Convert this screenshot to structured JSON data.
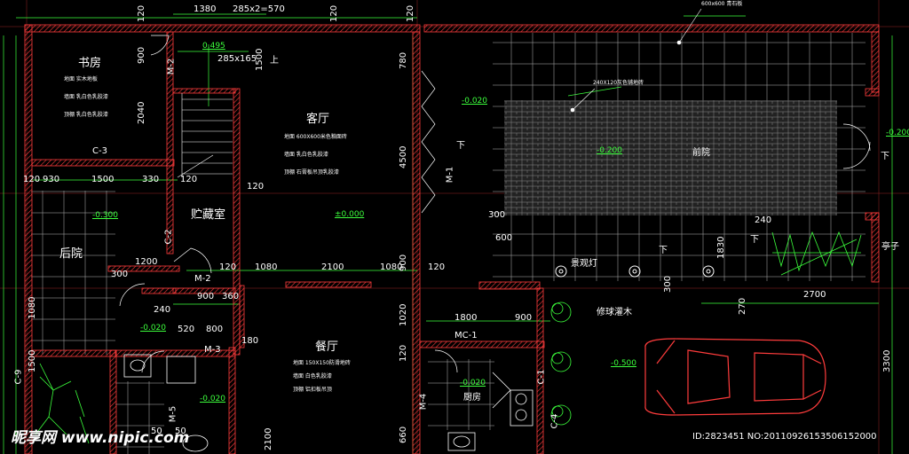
{
  "rooms": {
    "study": "书房",
    "living": "客厅",
    "storage": "贮藏室",
    "backyard": "后院",
    "dining": "餐厅",
    "kitchen": "厨房",
    "frontyard": "前院",
    "landscape_light": "景观灯",
    "shrubs": "修球灌木",
    "pavilion": "亭子"
  },
  "finish_specs": {
    "study": [
      "地面 实木地板",
      "墙面 乳白色乳胶漆",
      "顶棚 乳白色乳胶漆"
    ],
    "living": [
      "地面 600X600米色釉面砖",
      "墙面 乳白色乳胶漆",
      "顶棚 石膏板吊顶乳胶漆"
    ],
    "dining": [
      "地面 150X150防滑地砖",
      "墙面 白色乳胶漆",
      "顶棚 铝扣板吊顶"
    ]
  },
  "material_notes": {
    "stone": "600x600 青石板",
    "brick": "240X120灰色铺地砖"
  },
  "dimensions": {
    "top": [
      "120",
      "1380",
      "285x2=570",
      "120",
      "120",
      "780"
    ],
    "stair": [
      "285x165",
      "1500"
    ],
    "mid_row": [
      "120",
      "930",
      "1500",
      "330",
      "120",
      "120"
    ],
    "bottom_row": [
      "120",
      "1080",
      "2100",
      "1080",
      "120"
    ],
    "row3": [
      "900",
      "360",
      "300",
      "1200"
    ],
    "dining_row": [
      "1800",
      "900",
      "240",
      "520",
      "800"
    ],
    "right": [
      "2700",
      "1830",
      "240",
      "300",
      "600",
      "300",
      "270",
      "3300"
    ],
    "left_vert": [
      "900",
      "2040",
      "1080",
      "1500",
      "4500",
      "900",
      "1020",
      "120",
      "1800",
      "660",
      "240",
      "180",
      "2100",
      "50",
      "50"
    ]
  },
  "levels": [
    "0.495",
    "-0.020",
    "±0.000",
    "-0.300",
    "-0.020",
    "-0.020",
    "-0.200",
    "-0.500",
    "-0.200",
    "-0.020"
  ],
  "tags": [
    "M-2",
    "M-2",
    "M-1",
    "M-3",
    "M-4",
    "M-5",
    "MC-1",
    "C-1",
    "C-2",
    "C-3",
    "C-4",
    "C-9",
    "上",
    "下",
    "下",
    "下",
    "下"
  ],
  "colors": {
    "wall": "#ff3c3c",
    "dim_line": "#3cff3c",
    "text": "#ffffff",
    "car": "#ff3c3c",
    "shrub": "#3cff3c",
    "yellow": "#ffff00"
  },
  "watermark": {
    "logo": "昵享网 www.nipic.com",
    "id": "ID:2823451 NO:20110926153506152000"
  }
}
